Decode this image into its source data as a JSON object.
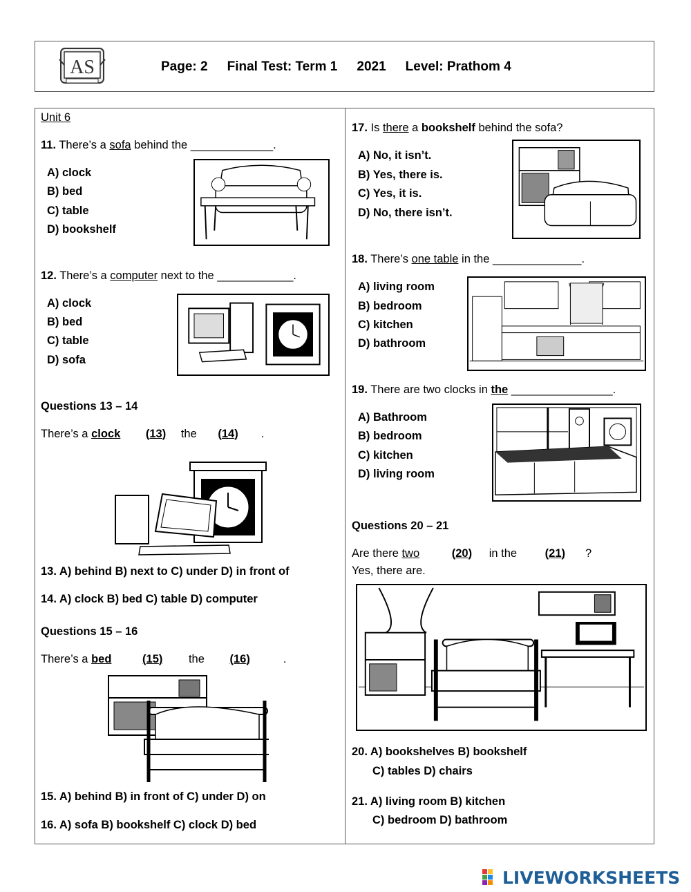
{
  "header": {
    "logo_text": "AS",
    "page": "Page: 2",
    "test": "Final Test: Term 1",
    "year": "2021",
    "level": "Level: Prathom 4"
  },
  "unit": "Unit 6",
  "q11": {
    "num": "11.",
    "pre": " There’s a ",
    "word": "sofa",
    "post": " behind the ",
    "blank": "_____________.",
    "options": [
      "A)  clock",
      "B)  bed",
      "C)  table",
      "D) bookshelf"
    ]
  },
  "q12": {
    "num": "12.",
    "pre": " There’s a ",
    "word": "computer",
    "post": " next to the ",
    "blank": "____________.",
    "options": [
      "A)  clock",
      "B)  bed",
      "C)  table",
      "D) sofa"
    ]
  },
  "q13_14": {
    "heading": "Questions 13 – 14",
    "pre": "There’s a ",
    "word": "clock",
    "mid": " the ",
    "n1": "13",
    "n2": "14",
    "q13": "13. A) behind    B) next to    C) under    D) in front of",
    "q14": "14. A) clock   B) bed   C) table   D) computer"
  },
  "q15_16": {
    "heading": "Questions 15 – 16",
    "pre": "There’s a ",
    "word": "bed",
    "mid": " the ",
    "n1": "15",
    "n2": "16",
    "q15": "15. A) behind    B) in front of      C) under    D) on",
    "q16": "16. A) sofa        B) bookshelf       C) clock     D) bed"
  },
  "q17": {
    "num": "17.",
    "pre": " Is ",
    "word": "there",
    "mid": " a ",
    "bold": "bookshelf",
    "post": " behind the sofa?",
    "options": [
      "A)  No, it isn’t.",
      "B)  Yes, there is.",
      "C)  Yes, it is.",
      "D)  No, there isn’t."
    ]
  },
  "q18": {
    "num": "18.",
    "pre": " There’s ",
    "word": "one table",
    "post": " in the ",
    "blank": "______________.",
    "options": [
      "A)  living room",
      "B)  bedroom",
      "C)  kitchen",
      "D)  bathroom"
    ]
  },
  "q19": {
    "num": "19.",
    "pre": " There are two clocks in ",
    "bold": "the",
    "blank": " ________________.",
    "options": [
      "A)  Bathroom",
      "B)  bedroom",
      "C)  kitchen",
      "D)  living room"
    ]
  },
  "q20_21": {
    "heading": "Questions 20 – 21",
    "pre": "Are there ",
    "word": "two",
    "mid": " in the ",
    "post": "?",
    "n1": "20",
    "n2": "21",
    "answer": "Yes, there are.",
    "q20a": "20. A) bookshelves     B) bookshelf",
    "q20b": "C) tables           D) chairs",
    "q21a": "21. A) living room        B) kitchen",
    "q21b": "C) bedroom         D) bathroom"
  },
  "brand": "LIVEWORKSHEETS",
  "colors": {
    "brand": "#1f5f98"
  }
}
